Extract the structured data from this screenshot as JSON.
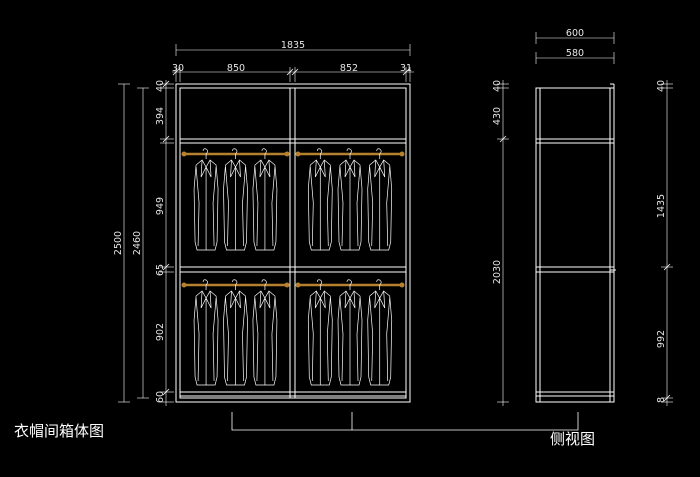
{
  "front_view": {
    "title": "衣帽间箱体图",
    "overall_width": "1835",
    "widths": [
      "30",
      "850",
      "852",
      "31"
    ],
    "outer_heights": [
      "2500",
      "2460"
    ],
    "section_heights": [
      "40",
      "394",
      "949",
      "65",
      "902",
      "60"
    ]
  },
  "side_view": {
    "title": "侧视图",
    "depth_outer": "600",
    "depth_inner": "580",
    "left_heights": [
      "40",
      "430",
      "2030"
    ],
    "right_heights": [
      "40",
      "1435",
      "992",
      "8"
    ]
  },
  "colors": {
    "background": "#000000",
    "lines": "#ffffff",
    "rail": "#b5812f"
  },
  "garment_rows": 2,
  "garments_per_bay": 3
}
